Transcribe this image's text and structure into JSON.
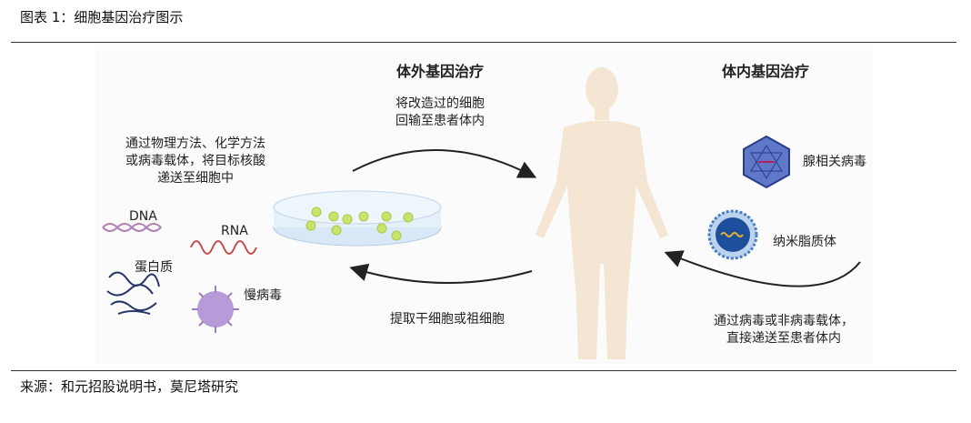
{
  "caption": "图表 1：细胞基因治疗图示",
  "source": "来源：和元招股说明书，莫尼塔研究",
  "figure": {
    "ex_vivo": {
      "title": "体外基因治疗",
      "return_text": [
        "将改造过的细胞",
        "回输至患者体内"
      ],
      "delivery_text": [
        "通过物理方法、化学方法",
        "或病毒载体，将目标核酸",
        "递送至细胞中"
      ],
      "extract_text": "提取干细胞或祖细胞",
      "vectors": [
        "DNA",
        "RNA",
        "蛋白质",
        "慢病毒"
      ]
    },
    "in_vivo": {
      "title": "体内基因治疗",
      "vectors": [
        "腺相关病毒",
        "纳米脂质体"
      ],
      "delivery_text": [
        "通过病毒或非病毒载体，",
        "直接递送至患者体内"
      ]
    },
    "colors": {
      "skin": "#f5e6d3",
      "dish": "#d8e8f6",
      "cell": "#c9e46a",
      "aav": "#3a4fa8",
      "lipo": "#1e4f9c",
      "virus": "#b79ad8"
    }
  }
}
